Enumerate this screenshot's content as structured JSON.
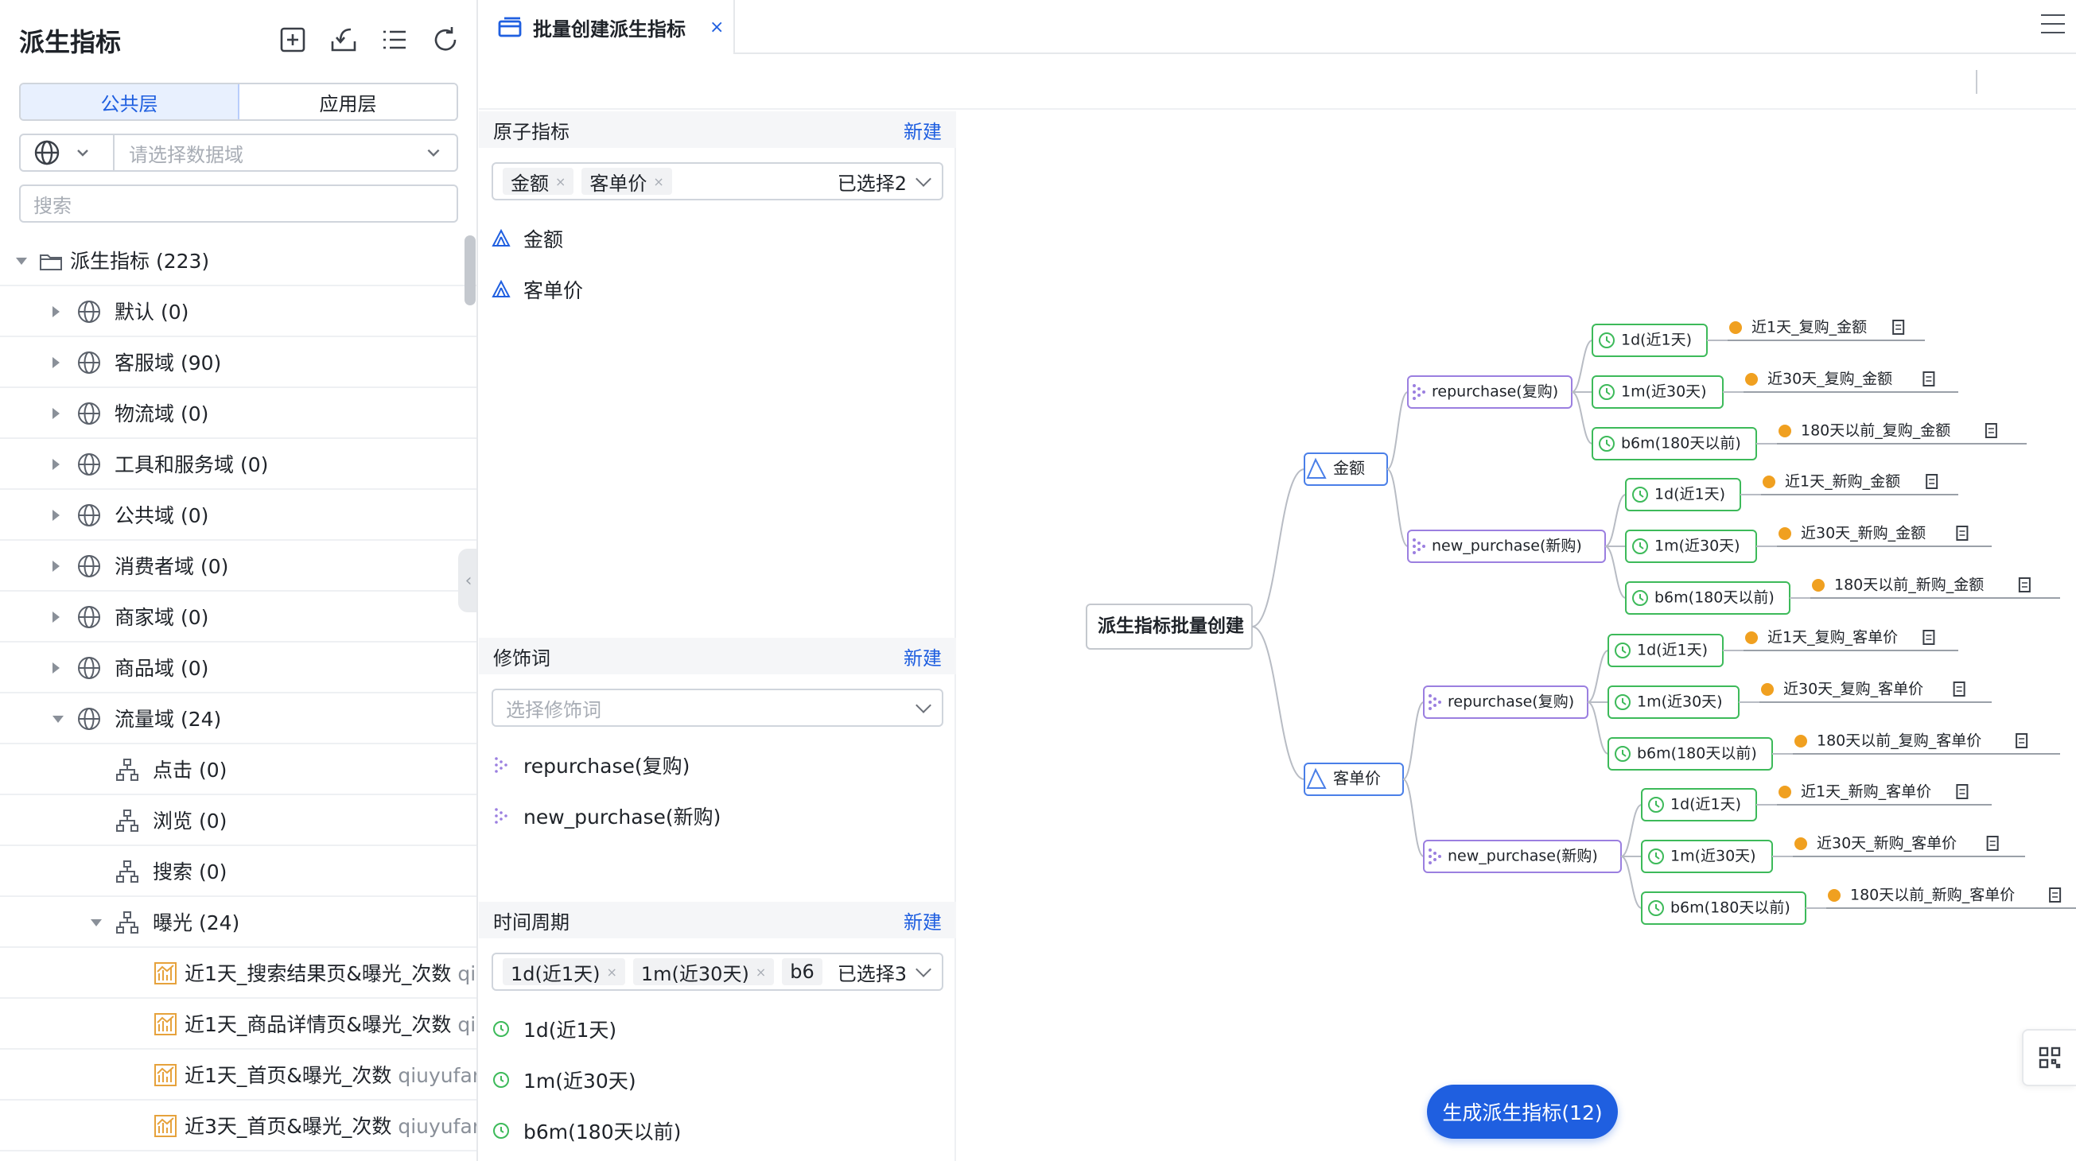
{
  "sidebar": {
    "title": "派生指标",
    "tools": [
      "add-icon",
      "import-icon",
      "list-icon",
      "refresh-icon"
    ],
    "layer_tabs": [
      "公共层",
      "应用层"
    ],
    "active_layer": "公共层",
    "domain_placeholder": "请选择数据域",
    "search_placeholder": "搜索",
    "tree": [
      {
        "label": "派生指标 (223)",
        "level": 0,
        "expanded": true,
        "icon": "folder-icon"
      },
      {
        "label": "默认  (0)",
        "level": 1,
        "expanded": false,
        "icon": "globe-icon"
      },
      {
        "label": "客服域  (90)",
        "level": 1,
        "expanded": false,
        "icon": "globe-icon"
      },
      {
        "label": "物流域  (0)",
        "level": 1,
        "expanded": false,
        "icon": "globe-icon"
      },
      {
        "label": "工具和服务域  (0)",
        "level": 1,
        "expanded": false,
        "icon": "globe-icon"
      },
      {
        "label": "公共域  (0)",
        "level": 1,
        "expanded": false,
        "icon": "globe-icon"
      },
      {
        "label": "消费者域  (0)",
        "level": 1,
        "expanded": false,
        "icon": "globe-icon"
      },
      {
        "label": "商家域  (0)",
        "level": 1,
        "expanded": false,
        "icon": "globe-icon"
      },
      {
        "label": "商品域  (0)",
        "level": 1,
        "expanded": false,
        "icon": "globe-icon"
      },
      {
        "label": "流量域  (24)",
        "level": 1,
        "expanded": true,
        "icon": "globe-icon"
      },
      {
        "label": "点击  (0)",
        "level": 2,
        "icon": "hierarchy-icon"
      },
      {
        "label": "浏览  (0)",
        "level": 2,
        "icon": "hierarchy-icon"
      },
      {
        "label": "搜索  (0)",
        "level": 2,
        "icon": "hierarchy-icon"
      },
      {
        "label": "曝光  (24)",
        "level": 2,
        "expanded": true,
        "icon": "hierarchy-icon"
      },
      {
        "label": "近1天_搜索结果页&曝光_次数",
        "sub": "qiu",
        "level": 3,
        "icon": "metric-chart-icon"
      },
      {
        "label": "近1天_商品详情页&曝光_次数",
        "sub": "qiu",
        "level": 3,
        "icon": "metric-chart-icon"
      },
      {
        "label": "近1天_首页&曝光_次数",
        "sub": "qiuyufang",
        "level": 3,
        "icon": "metric-chart-icon"
      },
      {
        "label": "近3天_首页&曝光_次数",
        "sub": "qiuyufang",
        "level": 3,
        "icon": "metric-chart-icon"
      }
    ]
  },
  "tab": {
    "label": "批量创建派生指标",
    "close": "×"
  },
  "config": {
    "atomic": {
      "title": "原子指标",
      "new": "新建",
      "chips": [
        "金额",
        "客单价"
      ],
      "count": "已选择2",
      "options": [
        "金额",
        "客单价"
      ]
    },
    "modifier": {
      "title": "修饰词",
      "new": "新建",
      "placeholder": "选择修饰词",
      "options": [
        "repurchase(复购)",
        "new_purchase(新购)"
      ]
    },
    "period": {
      "title": "时间周期",
      "new": "新建",
      "chips": [
        "1d(近1天)",
        "1m(近30天)",
        "b6"
      ],
      "count": "已选择3",
      "options": [
        "1d(近1天)",
        "1m(近30天)",
        "b6m(180天以前)"
      ]
    }
  },
  "mindmap": {
    "root": "派生指标批量创建",
    "atomics": [
      {
        "label": "金额",
        "modifiers": [
          {
            "label": "repurchase(复购)",
            "periods": [
              {
                "label": "1d(近1天)",
                "result": "近1天_复购_金额"
              },
              {
                "label": "1m(近30天)",
                "result": "近30天_复购_金额"
              },
              {
                "label": "b6m(180天以前)",
                "result": "180天以前_复购_金额"
              }
            ]
          },
          {
            "label": "new_purchase(新购)",
            "periods": [
              {
                "label": "1d(近1天)",
                "result": "近1天_新购_金额"
              },
              {
                "label": "1m(近30天)",
                "result": "近30天_新购_金额"
              },
              {
                "label": "b6m(180天以前)",
                "result": "180天以前_新购_金额"
              }
            ]
          }
        ]
      },
      {
        "label": "客单价",
        "modifiers": [
          {
            "label": "repurchase(复购)",
            "periods": [
              {
                "label": "1d(近1天)",
                "result": "近1天_复购_客单价"
              },
              {
                "label": "1m(近30天)",
                "result": "近30天_复购_客单价"
              },
              {
                "label": "b6m(180天以前)",
                "result": "180天以前_复购_客单价"
              }
            ]
          },
          {
            "label": "new_purchase(新购)",
            "periods": [
              {
                "label": "1d(近1天)",
                "result": "近1天_新购_客单价"
              },
              {
                "label": "1m(近30天)",
                "result": "近30天_新购_客单价"
              },
              {
                "label": "b6m(180天以前)",
                "result": "180天以前_新购_客单价"
              }
            ]
          }
        ]
      }
    ]
  },
  "generate_button": "生成派生指标(12)",
  "colors": {
    "primary": "#1f5fe0",
    "atomic_border": "#4a7fe8",
    "modifier_border": "#9b7fe0",
    "period_border": "#3dba5a",
    "result_dot": "#f0a020",
    "line": "#b8bcc4"
  }
}
